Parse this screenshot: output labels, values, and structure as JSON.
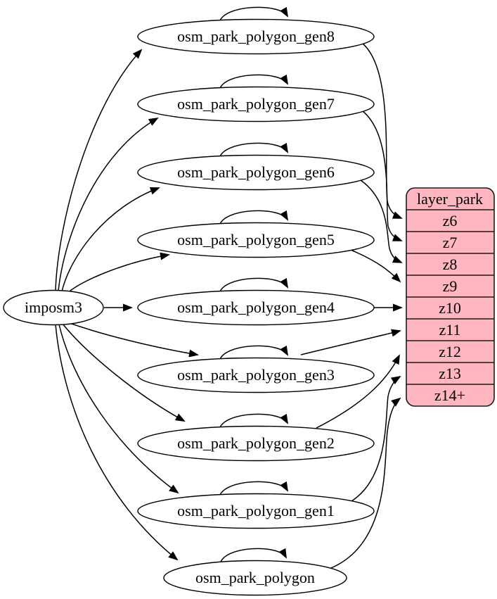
{
  "diagram": {
    "source": {
      "label": "imposm3"
    },
    "tables": [
      {
        "id": "osm_park_polygon_gen8",
        "label": "osm_park_polygon_gen8"
      },
      {
        "id": "osm_park_polygon_gen7",
        "label": "osm_park_polygon_gen7"
      },
      {
        "id": "osm_park_polygon_gen6",
        "label": "osm_park_polygon_gen6"
      },
      {
        "id": "osm_park_polygon_gen5",
        "label": "osm_park_polygon_gen5"
      },
      {
        "id": "osm_park_polygon_gen4",
        "label": "osm_park_polygon_gen4"
      },
      {
        "id": "osm_park_polygon_gen3",
        "label": "osm_park_polygon_gen3"
      },
      {
        "id": "osm_park_polygon_gen2",
        "label": "osm_park_polygon_gen2"
      },
      {
        "id": "osm_park_polygon_gen1",
        "label": "osm_park_polygon_gen1"
      },
      {
        "id": "osm_park_polygon",
        "label": "osm_park_polygon"
      }
    ],
    "layer": {
      "title": "layer_park",
      "rows": [
        "z6",
        "z7",
        "z8",
        "z9",
        "z10",
        "z11",
        "z12",
        "z13",
        "z14+"
      ]
    },
    "colors": {
      "layer_fill": "#ffb6c1",
      "node_fill": "#ffffff",
      "line": "#000000"
    },
    "edges": [
      {
        "from": "imposm3",
        "to": "osm_park_polygon_gen8"
      },
      {
        "from": "imposm3",
        "to": "osm_park_polygon_gen7"
      },
      {
        "from": "imposm3",
        "to": "osm_park_polygon_gen6"
      },
      {
        "from": "imposm3",
        "to": "osm_park_polygon_gen5"
      },
      {
        "from": "imposm3",
        "to": "osm_park_polygon_gen4"
      },
      {
        "from": "imposm3",
        "to": "osm_park_polygon_gen3"
      },
      {
        "from": "imposm3",
        "to": "osm_park_polygon_gen2"
      },
      {
        "from": "imposm3",
        "to": "osm_park_polygon_gen1"
      },
      {
        "from": "imposm3",
        "to": "osm_park_polygon"
      },
      {
        "from": "osm_park_polygon_gen8",
        "to": "osm_park_polygon_gen8"
      },
      {
        "from": "osm_park_polygon_gen7",
        "to": "osm_park_polygon_gen7"
      },
      {
        "from": "osm_park_polygon_gen6",
        "to": "osm_park_polygon_gen6"
      },
      {
        "from": "osm_park_polygon_gen5",
        "to": "osm_park_polygon_gen5"
      },
      {
        "from": "osm_park_polygon_gen4",
        "to": "osm_park_polygon_gen4"
      },
      {
        "from": "osm_park_polygon_gen3",
        "to": "osm_park_polygon_gen3"
      },
      {
        "from": "osm_park_polygon_gen2",
        "to": "osm_park_polygon_gen2"
      },
      {
        "from": "osm_park_polygon_gen1",
        "to": "osm_park_polygon_gen1"
      },
      {
        "from": "osm_park_polygon",
        "to": "osm_park_polygon"
      },
      {
        "from": "osm_park_polygon_gen8",
        "to": "layer_park.z6"
      },
      {
        "from": "osm_park_polygon_gen7",
        "to": "layer_park.z7"
      },
      {
        "from": "osm_park_polygon_gen6",
        "to": "layer_park.z8"
      },
      {
        "from": "osm_park_polygon_gen5",
        "to": "layer_park.z9"
      },
      {
        "from": "osm_park_polygon_gen4",
        "to": "layer_park.z10"
      },
      {
        "from": "osm_park_polygon_gen3",
        "to": "layer_park.z11"
      },
      {
        "from": "osm_park_polygon_gen2",
        "to": "layer_park.z12"
      },
      {
        "from": "osm_park_polygon_gen1",
        "to": "layer_park.z13"
      },
      {
        "from": "osm_park_polygon",
        "to": "layer_park.z14+"
      }
    ]
  }
}
